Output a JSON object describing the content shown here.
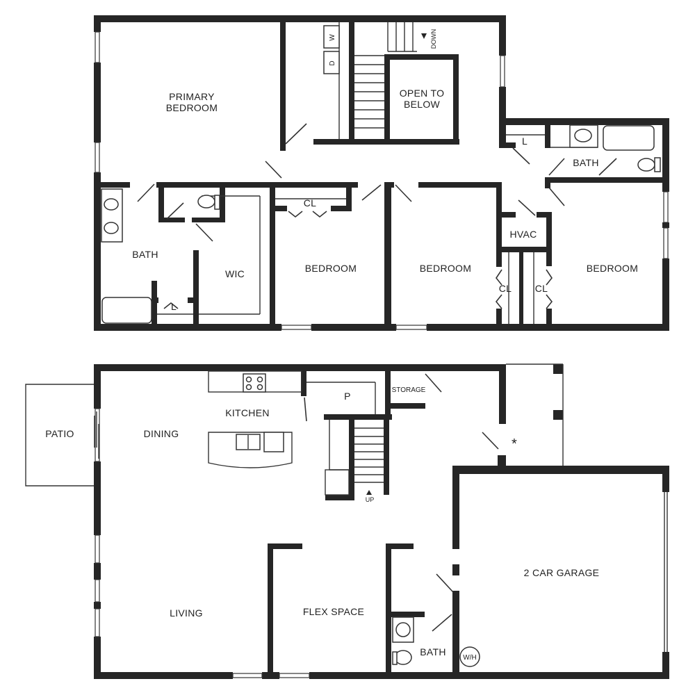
{
  "upper_floor": {
    "rooms": {
      "primary_bedroom_line1": "PRIMARY",
      "primary_bedroom_line2": "BEDROOM",
      "open_to_below_line1": "OPEN TO",
      "open_to_below_line2": "BELOW",
      "bath_primary": "BATH",
      "wic": "WIC",
      "bedroom_2": "BEDROOM",
      "bedroom_3": "BEDROOM",
      "bedroom_4": "BEDROOM",
      "hvac": "HVAC",
      "bath_hall": "BATH",
      "closet_bedroom2": "CL",
      "closet_left": "CL",
      "closet_right": "CL",
      "linen_hall": "L",
      "linen_bath": "L",
      "washer": "W",
      "dryer": "D",
      "stair_direction": "DOWN"
    }
  },
  "main_floor": {
    "rooms": {
      "patio": "PATIO",
      "dining": "DINING",
      "kitchen": "KITCHEN",
      "pantry": "P",
      "storage": "STORAGE",
      "living": "LIVING",
      "flex_space": "FLEX SPACE",
      "bath": "BATH",
      "garage": "2 CAR GARAGE",
      "water_heater": "W/H",
      "stair_direction": "UP"
    }
  }
}
